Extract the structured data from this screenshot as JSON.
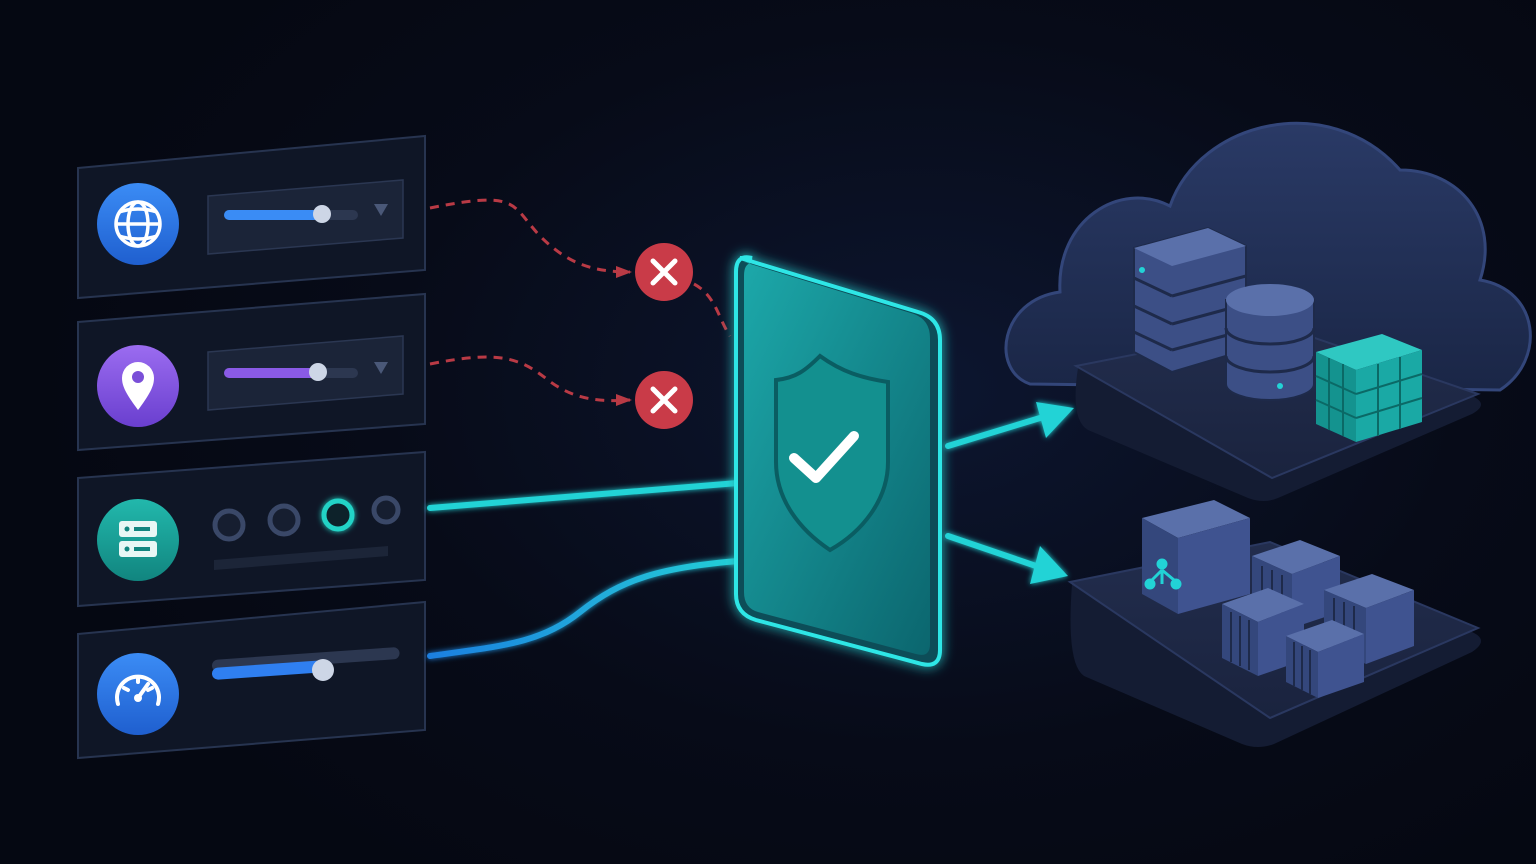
{
  "diagram": {
    "inputs": [
      {
        "id": "network",
        "icon": "globe-icon",
        "control": "slider-dropdown",
        "level": 0.7,
        "color": "#2f7ff0",
        "status": "blocked"
      },
      {
        "id": "location",
        "icon": "location-pin-icon",
        "control": "slider-dropdown",
        "level": 0.72,
        "color": "#8a5ae6",
        "status": "blocked"
      },
      {
        "id": "server",
        "icon": "server-icon",
        "control": "radio-group",
        "selected_index": 2,
        "option_count": 4,
        "color": "#1fb3a8",
        "status": "allowed"
      },
      {
        "id": "performance",
        "icon": "speedometer-icon",
        "control": "slider",
        "level": 0.6,
        "color": "#2f7ff0",
        "status": "allowed"
      }
    ],
    "gateway": {
      "icon": "shield-check-icon",
      "color": "#22d3d6"
    },
    "destinations": [
      {
        "id": "cloud",
        "icon": "cloud-icon",
        "contains": [
          "server-stack-icon",
          "database-icon",
          "cube-grid-icon"
        ]
      },
      {
        "id": "cluster",
        "icon": "network-cube-icon",
        "contains": [
          "container-icon",
          "container-icon",
          "container-icon",
          "container-icon"
        ]
      }
    ],
    "colors": {
      "blocked": "#d6434e",
      "allowed": "#22d3d6",
      "panel": "#121a2c",
      "panel_border": "#23304a",
      "platform": "#1b2540"
    }
  }
}
